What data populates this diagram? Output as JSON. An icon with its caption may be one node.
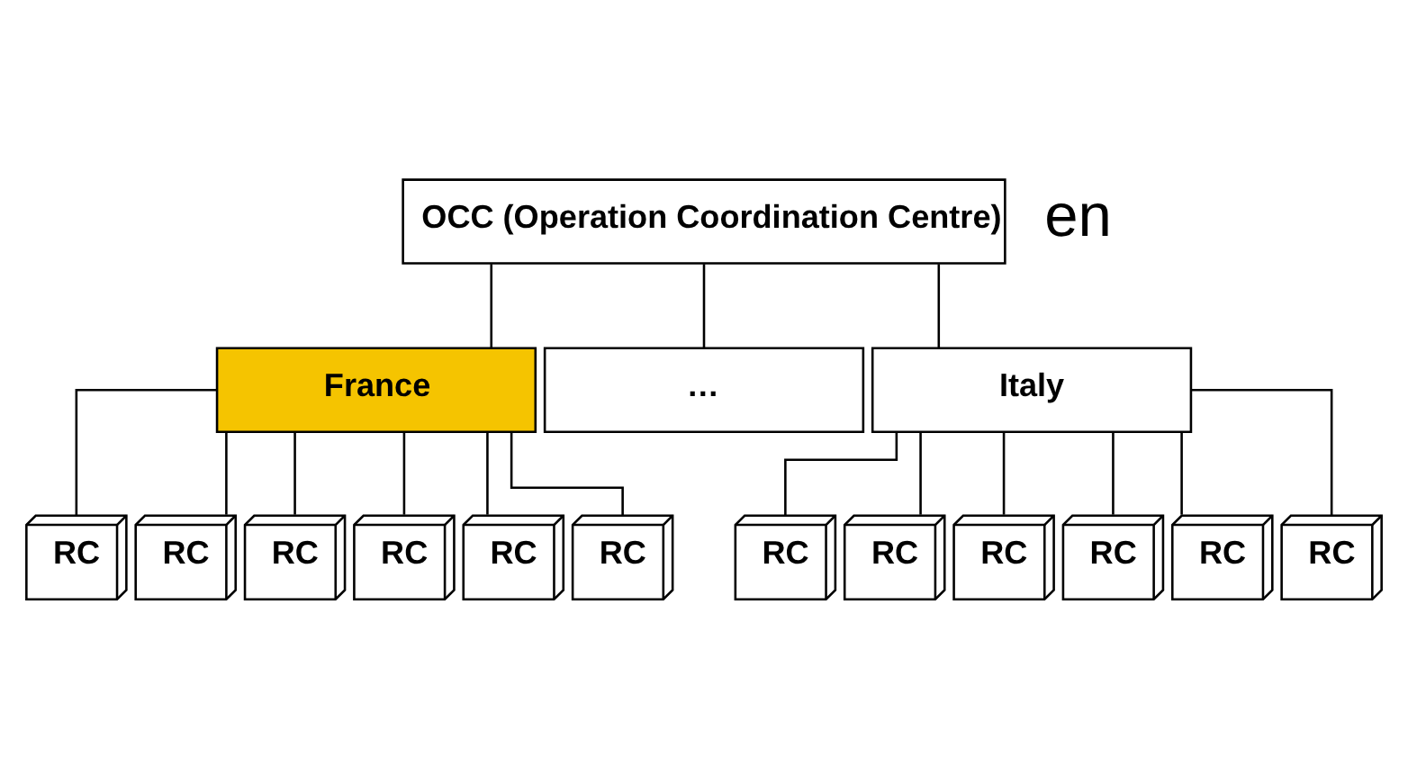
{
  "diagram": {
    "nodes": [
      {
        "text": [
          "OCC (Operation Coordination Centre)"
        ]
      },
      {
        "text": [
          "France"
        ]
      },
      {
        "text": [
          "…"
        ]
      },
      {
        "text": [
          "Italy"
        ]
      },
      {
        "text": [
          "RC"
        ]
      },
      {
        "text": [
          "RC"
        ]
      },
      {
        "text": [
          "RC"
        ]
      },
      {
        "text": [
          "RC"
        ]
      },
      {
        "text": [
          "RC"
        ]
      },
      {
        "text": [
          "RC"
        ]
      },
      {
        "text": [
          "RC"
        ]
      },
      {
        "text": [
          "RC"
        ]
      },
      {
        "text": [
          "RC"
        ]
      },
      {
        "text": [
          "RC"
        ]
      },
      {
        "text": [
          "RC"
        ]
      },
      {
        "text": [
          "RC"
        ]
      }
    ],
    "edges": [
      {
        "from": 0,
        "to": 1,
        "arrow": "none"
      },
      {
        "from": 0,
        "to": 2,
        "arrow": "none"
      },
      {
        "from": 0,
        "to": 3,
        "arrow": "none"
      },
      {
        "from": 1,
        "to": 4,
        "arrow": "none"
      },
      {
        "from": 1,
        "to": 5,
        "arrow": "none"
      },
      {
        "from": 1,
        "to": 6,
        "arrow": "none"
      },
      {
        "from": 1,
        "to": 7,
        "arrow": "none"
      },
      {
        "from": 1,
        "to": 8,
        "arrow": "none"
      },
      {
        "from": 1,
        "to": 9,
        "arrow": "none"
      },
      {
        "from": 3,
        "to": 10,
        "arrow": "none"
      },
      {
        "from": 3,
        "to": 11,
        "arrow": "none"
      },
      {
        "from": 3,
        "to": 12,
        "arrow": "none"
      },
      {
        "from": 3,
        "to": 13,
        "arrow": "none"
      },
      {
        "from": 3,
        "to": 14,
        "arrow": "none"
      },
      {
        "from": 3,
        "to": 15,
        "arrow": "none"
      }
    ],
    "labels": [
      "en"
    ]
  }
}
